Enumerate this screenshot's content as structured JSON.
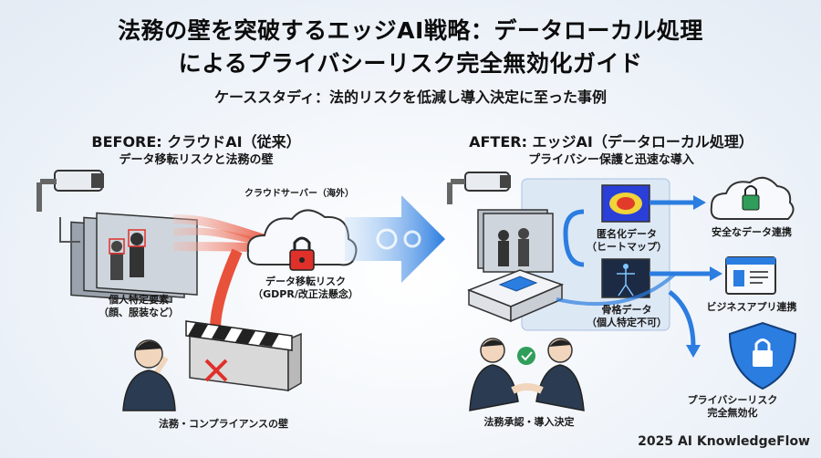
{
  "title_line1": "法務の壁を突破するエッジAI戦略：データローカル処理",
  "title_line2": "によるプライバシーリスク完全無効化ガイド",
  "subtitle": "ケーススタディ：法的リスクを低減し導入決定に至った事例",
  "before": {
    "heading": "BEFORE: クラウドAI（従来）",
    "subheading": "データ移転リスクと法務の壁",
    "cloud_label": "クラウドサーバー（海外）",
    "risk_label_1": "データ移転リスク",
    "risk_label_2": "（GDPR/改正法懸念）",
    "pii_label_1": "個人特定要素",
    "pii_label_2": "（顔、服装など）",
    "wall_label": "法務・コンプライアンスの壁"
  },
  "after": {
    "heading": "AFTER: エッジAI（データローカル処理）",
    "subheading": "プライバシー保護と迅速な導入",
    "anon_label_1": "匿名化データ",
    "anon_label_2": "（ヒートマップ）",
    "skeleton_label_1": "骨格データ",
    "skeleton_label_2": "（個人特定不可）",
    "secure_label": "安全なデータ連携",
    "business_label": "ビジネスアプリ連携",
    "privacy_label_1": "プライバシーリスク",
    "privacy_label_2": "完全無効化",
    "approval_label": "法務承認・導入決定"
  },
  "footer": "2025 AI KnowledgeFlow",
  "colors": {
    "accent": "#2b7de0",
    "danger": "#e0302a",
    "arrow_red": "#e8513a"
  }
}
